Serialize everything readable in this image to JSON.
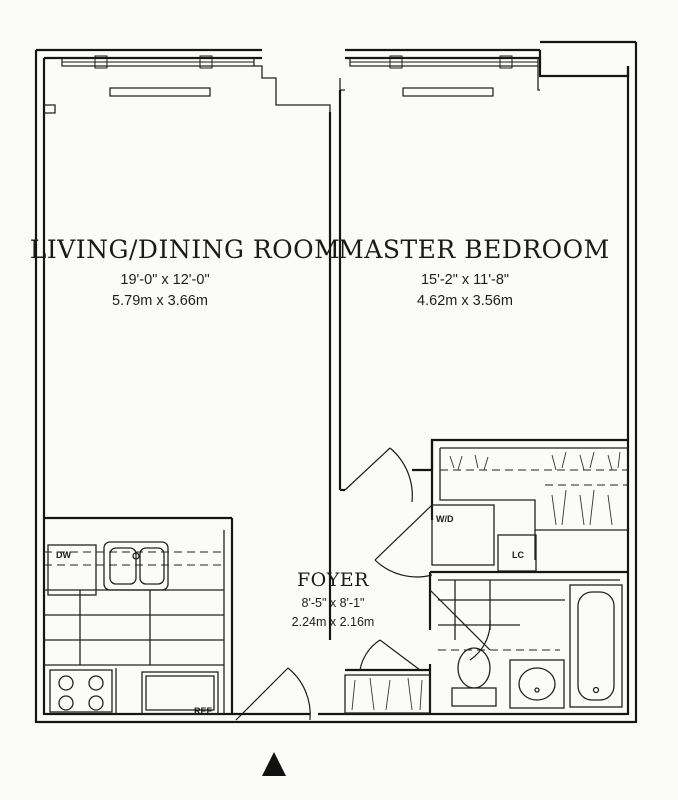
{
  "rooms": {
    "living": {
      "name": "LIVING/DINING ROOM",
      "dim_imperial": "19'-0\" x 12'-0\"",
      "dim_metric": "5.79m x 3.66m"
    },
    "bedroom": {
      "name": "MASTER BEDROOM",
      "dim_imperial": "15'-2\" x 11'-8\"",
      "dim_metric": "4.62m x 3.56m"
    },
    "foyer": {
      "name": "FOYER",
      "dim_imperial": "8'-5\" x 8'-1\"",
      "dim_metric": "2.24m x 2.16m"
    }
  },
  "fixtures": {
    "dishwasher": "DW",
    "washer_dryer": "W/D",
    "linen_closet": "LC",
    "refrigerator": "REF"
  },
  "icons": {
    "entry": "entry-arrow-icon"
  }
}
